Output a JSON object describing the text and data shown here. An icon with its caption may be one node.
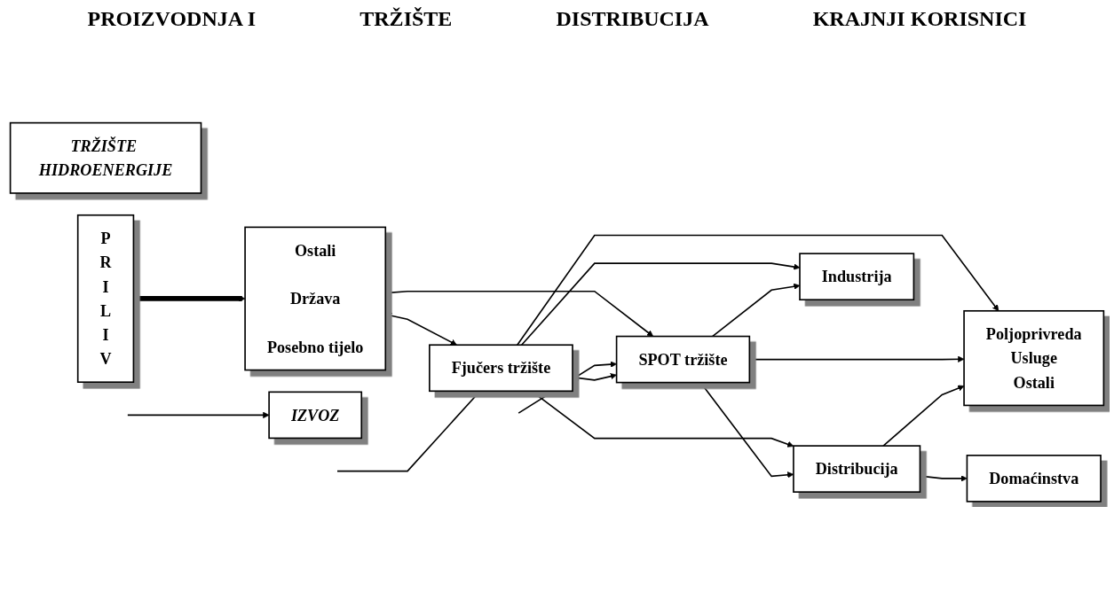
{
  "diagram": {
    "nodes": [
      {
        "text": [
          "TRŽIŠTE HIDROENERGIJE"
        ]
      },
      {
        "text": [
          "PRILIV"
        ]
      },
      {
        "text": [
          "Ostali",
          "Država",
          "Posebno tijelo"
        ]
      },
      {
        "text": [
          "Fjučers tržište"
        ]
      },
      {
        "text": [
          "SPOT tržište"
        ]
      },
      {
        "text": [
          "Distribucija"
        ]
      },
      {
        "text": [
          "Industrija"
        ]
      },
      {
        "text": [
          "Domaćinstva"
        ]
      },
      {
        "text": [
          "Poljoprivreda",
          "Usluge",
          "Ostali"
        ]
      },
      {
        "text": [
          "IZVOZ"
        ]
      }
    ],
    "edges": [
      {
        "from": 1,
        "to": 2,
        "arrow": "to",
        "style": "thick"
      },
      {
        "from": 2,
        "to": 3,
        "arrow": "both"
      },
      {
        "from": 2,
        "to": 4,
        "arrow": "both"
      },
      {
        "from": null,
        "to": 3,
        "arrow": "to"
      },
      {
        "from": null,
        "to": 4,
        "arrow": "to"
      },
      {
        "from": null,
        "to": 9,
        "arrow": "to"
      },
      {
        "from": 3,
        "to": 4,
        "arrow": "both"
      },
      {
        "from": 3,
        "to": 8,
        "arrow": "to"
      },
      {
        "from": 4,
        "to": 8,
        "arrow": "to"
      },
      {
        "from": 3,
        "to": 5,
        "arrow": "to"
      },
      {
        "from": 3,
        "to": 6,
        "arrow": "to"
      },
      {
        "from": 4,
        "to": 5,
        "arrow": "to"
      },
      {
        "from": 4,
        "to": 6,
        "arrow": "to"
      },
      {
        "from": 5,
        "to": 7,
        "arrow": "to"
      },
      {
        "from": 5,
        "to": 8,
        "arrow": "to"
      }
    ],
    "labels": [
      "PROIZVODNJA I",
      "TRŽIŠTE",
      "DISTRIBUCIJA",
      "KRAJNJI KORISNICI"
    ]
  }
}
